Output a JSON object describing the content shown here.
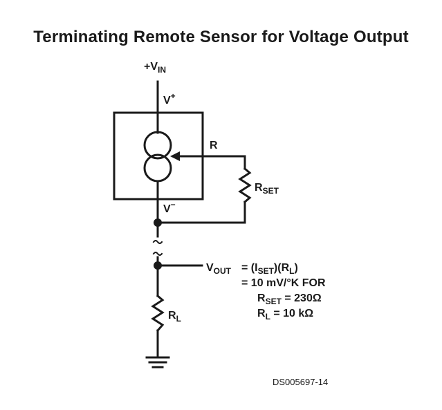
{
  "title": "Terminating Remote Sensor for Voltage Output",
  "labels": {
    "vin": {
      "main": "+V",
      "sub": "IN"
    },
    "vplus": {
      "main": "V",
      "sup": "+"
    },
    "vminus": {
      "main": "V",
      "sup": "−"
    },
    "r": "R",
    "rset": {
      "main": "R",
      "sub": "SET"
    },
    "rl": {
      "main": "R",
      "sub": "L"
    }
  },
  "equations": {
    "vout_label": {
      "main": "V",
      "sub": "OUT"
    },
    "eq1": {
      "prefix": "= (I",
      "sub1": "SET",
      "mid": ")(R",
      "sub2": "L",
      "suffix": ")"
    },
    "eq2": "= 10 mV/°K FOR",
    "eq3": {
      "main": "R",
      "sub": "SET",
      "suffix": " = 230Ω"
    },
    "eq4": {
      "main": "R",
      "sub": "L",
      "suffix": " = 10 kΩ"
    }
  },
  "figure_id": "DS005697-14"
}
